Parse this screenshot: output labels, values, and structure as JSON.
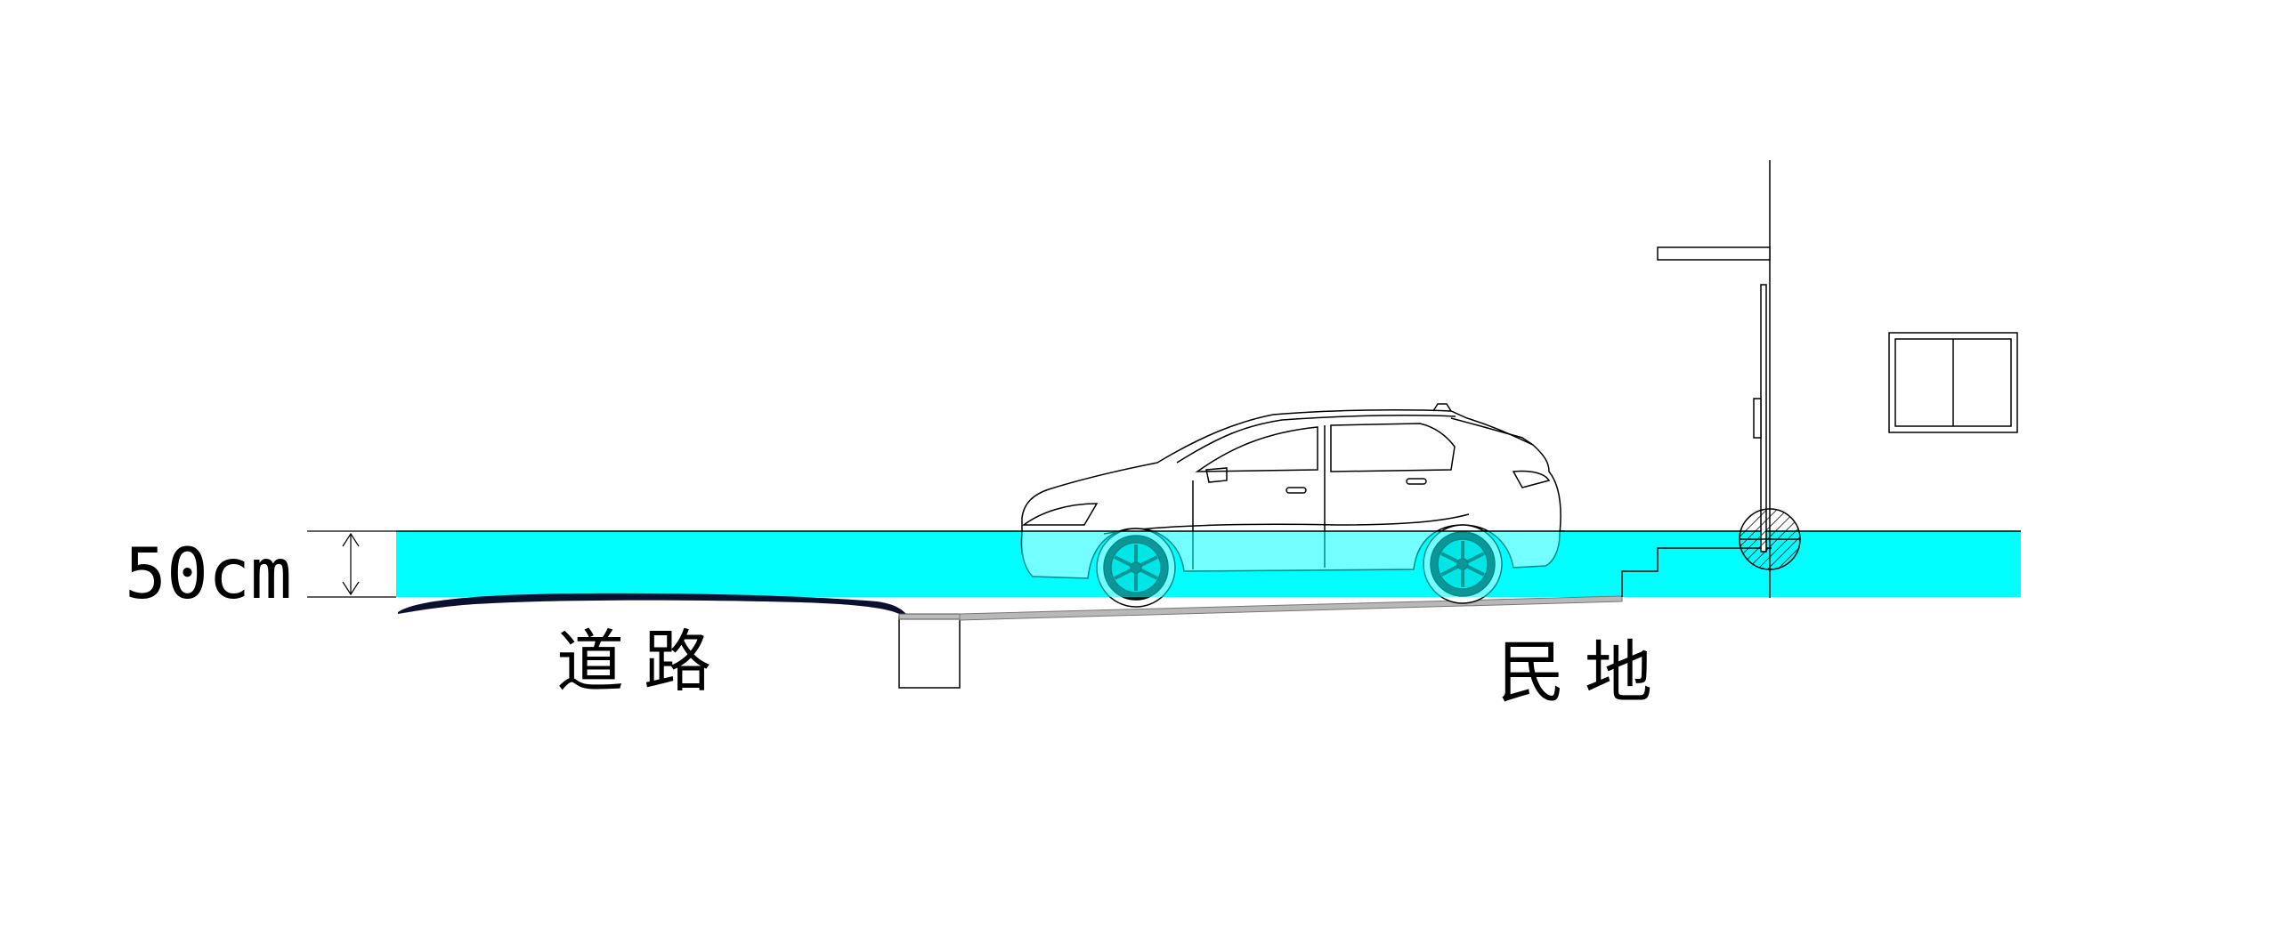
{
  "dimension": {
    "label": "50cm"
  },
  "zones": {
    "road_label": "道路",
    "private_land_label": "民地"
  },
  "colors": {
    "water": "#00FFFF",
    "line": "#000000",
    "road_surface": "#0a1030",
    "background": "#FFFFFF"
  },
  "icons": {
    "vehicle": "car-icon",
    "building": "house-icon",
    "window": "window-icon",
    "utility": "utility-pole-icon"
  }
}
